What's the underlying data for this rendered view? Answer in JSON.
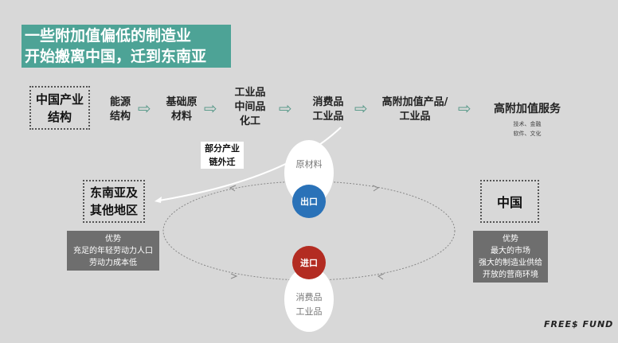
{
  "title": {
    "line1": "一些附加值偏低的制造业",
    "line2": "开始搬离中国，迁到东南亚"
  },
  "chain": {
    "header": "中国产业结构",
    "steps": [
      "能源结构",
      "基础原材料",
      "工业品中间品化工",
      "消费品工业品",
      "高附加值产品/工业品",
      "高附加值服务"
    ],
    "service_detail1": "技术、金融",
    "service_detail2": "软件、文化"
  },
  "migration_label": "部分产业链外迁",
  "cycle": {
    "top_bubble": "原材料",
    "export": "出口",
    "import": "进口",
    "bottom_bubble1": "消费品",
    "bottom_bubble2": "工业品"
  },
  "sea": {
    "name": "东南亚及其他地区",
    "adv_title": "优势",
    "adv": [
      "充足的年轻劳动力人口",
      "劳动力成本低"
    ]
  },
  "china": {
    "name": "中国",
    "adv_title": "优势",
    "adv": [
      "最大的市场",
      "强大的制造业供给",
      "开放的营商环境"
    ]
  },
  "brand": "FREE$ FUND",
  "colors": {
    "teal": "#4da396",
    "blue": "#2a72b8",
    "red": "#b32c22",
    "arrow": "#5a9a8a"
  }
}
